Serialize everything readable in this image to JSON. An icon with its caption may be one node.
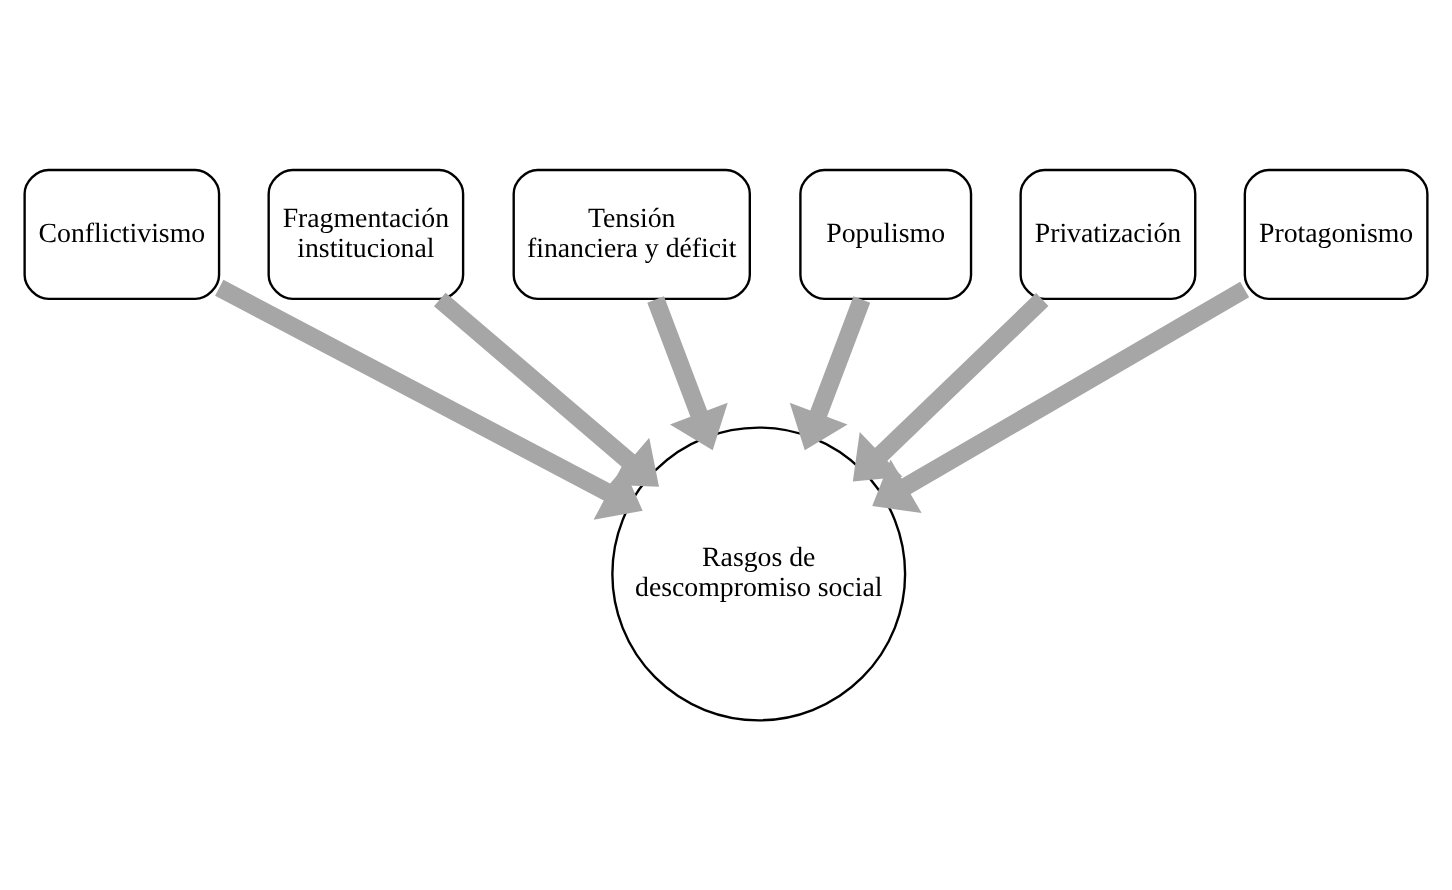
{
  "diagram": {
    "nodes": [
      {
        "text": [
          "Conflictivismo"
        ]
      },
      {
        "text": [
          "Fragmentación institucional"
        ]
      },
      {
        "text": [
          "Tensión financiera y déficit"
        ]
      },
      {
        "text": [
          "Populismo"
        ]
      },
      {
        "text": [
          "Privatización"
        ]
      },
      {
        "text": [
          "Protagonismo"
        ]
      },
      {
        "text": [
          "Rasgos de descompromiso social"
        ]
      }
    ],
    "edges": [
      {
        "from": 0,
        "to": 6,
        "arrow": "to"
      },
      {
        "from": 1,
        "to": 6,
        "arrow": "to"
      },
      {
        "from": 2,
        "to": 6,
        "arrow": "to"
      },
      {
        "from": 3,
        "to": 6,
        "arrow": "to"
      },
      {
        "from": 4,
        "to": 6,
        "arrow": "to"
      },
      {
        "from": 5,
        "to": 6,
        "arrow": "to"
      }
    ]
  }
}
